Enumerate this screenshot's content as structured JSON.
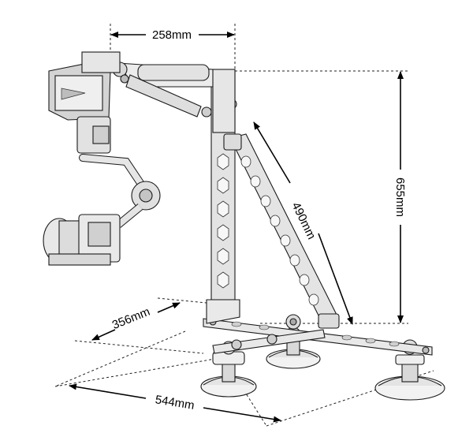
{
  "dimensions": {
    "width_top": "258mm",
    "height": "655mm",
    "arm_length": "490mm",
    "base_depth": "356mm",
    "base_width": "544mm"
  },
  "colors": {
    "line": "#1a1a1a",
    "metal_light": "#e9e9e9",
    "metal_mid": "#cfcfcf",
    "metal_dark": "#9a9a9a",
    "background": "#ffffff"
  }
}
